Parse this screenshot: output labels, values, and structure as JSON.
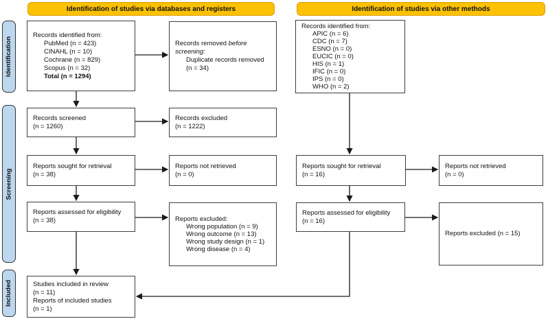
{
  "headers": {
    "left": "Identification of studies via databases and registers",
    "right": "Identification of studies via other methods"
  },
  "stages": {
    "identification": "Identification",
    "screening": "Screening",
    "included": "Included"
  },
  "colors": {
    "header_bg": "#FCC101",
    "header_border": "#DD9F00",
    "stage_bg": "#BDD7EE",
    "stage_border": "#333333",
    "box_border": "#3D3D3D",
    "arrow": "#1A1A1A"
  },
  "boxes": {
    "db_records_identified": {
      "lines": [
        {
          "t": "Records identified from:"
        },
        {
          "t": "PubMed (n = 423)",
          "ind": 1
        },
        {
          "t": "CINAHL (n = 10)",
          "ind": 1
        },
        {
          "t": "Cochrane (n = 829)",
          "ind": 1
        },
        {
          "t": "Scopus (n = 32)",
          "ind": 1
        },
        {
          "t": "Total (n = 1294)",
          "ind": 1,
          "b": true
        }
      ]
    },
    "records_removed": {
      "lines": [
        {
          "runs": [
            {
              "t": "Records removed "
            },
            {
              "t": "before",
              "i": true
            }
          ]
        },
        {
          "runs": [
            {
              "t": "screening",
              "i": true
            },
            {
              "t": ":"
            }
          ]
        },
        {
          "t": "Duplicate records removed",
          "ind": 1
        },
        {
          "t": "(n = 34)",
          "ind": 1
        }
      ]
    },
    "records_screened": {
      "lines": [
        {
          "t": "Records screened"
        },
        {
          "t": "(n = 1260)"
        }
      ]
    },
    "records_excluded": {
      "lines": [
        {
          "t": "Records excluded"
        },
        {
          "t": "(n = 1222)"
        }
      ]
    },
    "db_reports_sought": {
      "lines": [
        {
          "t": "Reports sought for retrieval"
        },
        {
          "t": "(n = 38)"
        }
      ]
    },
    "db_reports_not_retrieved": {
      "lines": [
        {
          "t": "Reports not retrieved"
        },
        {
          "t": "(n = 0)"
        }
      ]
    },
    "db_reports_assessed": {
      "lines": [
        {
          "t": "Reports assessed for eligibility"
        },
        {
          "t": "(n = 38)"
        }
      ]
    },
    "db_reports_excluded": {
      "lines": [
        {
          "t": "Reports excluded:"
        },
        {
          "t": "Wrong population (n = 9)",
          "ind": 1
        },
        {
          "t": "Wrong outcome (n = 13)",
          "ind": 1
        },
        {
          "t": "Wrong study design (n = 1)",
          "ind": 1
        },
        {
          "t": "Wrong disease (n = 4)",
          "ind": 1
        }
      ]
    },
    "studies_included": {
      "lines": [
        {
          "t": "Studies included in review"
        },
        {
          "t": "(n = 11)"
        },
        {
          "t": "Reports of included studies"
        },
        {
          "t": "(n = 1)"
        }
      ]
    },
    "other_records_identified": {
      "lines": [
        {
          "t": "Records identified from:"
        },
        {
          "t": "APIC (n = 6)",
          "ind": 1
        },
        {
          "t": "CDC (n = 7)",
          "ind": 1
        },
        {
          "t": "ESNO (n = 0)",
          "ind": 1
        },
        {
          "t": "EUCIC (n = 0)",
          "ind": 1
        },
        {
          "t": "HIS (n = 1)",
          "ind": 1
        },
        {
          "t": "IFIC (n = 0)",
          "ind": 1
        },
        {
          "t": "IPS (n = 0)",
          "ind": 1
        },
        {
          "t": "WHO (n = 2)",
          "ind": 1
        }
      ]
    },
    "other_reports_sought": {
      "lines": [
        {
          "t": "Reports sought for retrieval"
        },
        {
          "t": "(n = 16)"
        }
      ]
    },
    "other_reports_not_retrieved": {
      "lines": [
        {
          "t": "Reports not retrieved"
        },
        {
          "t": "(n = 0)"
        }
      ]
    },
    "other_reports_assessed": {
      "lines": [
        {
          "t": "Reports assessed for eligibility"
        },
        {
          "t": "(n = 16)"
        }
      ]
    },
    "other_reports_excluded": {
      "lines": [
        {
          "t": "Reports excluded (n = 15)"
        }
      ]
    }
  }
}
